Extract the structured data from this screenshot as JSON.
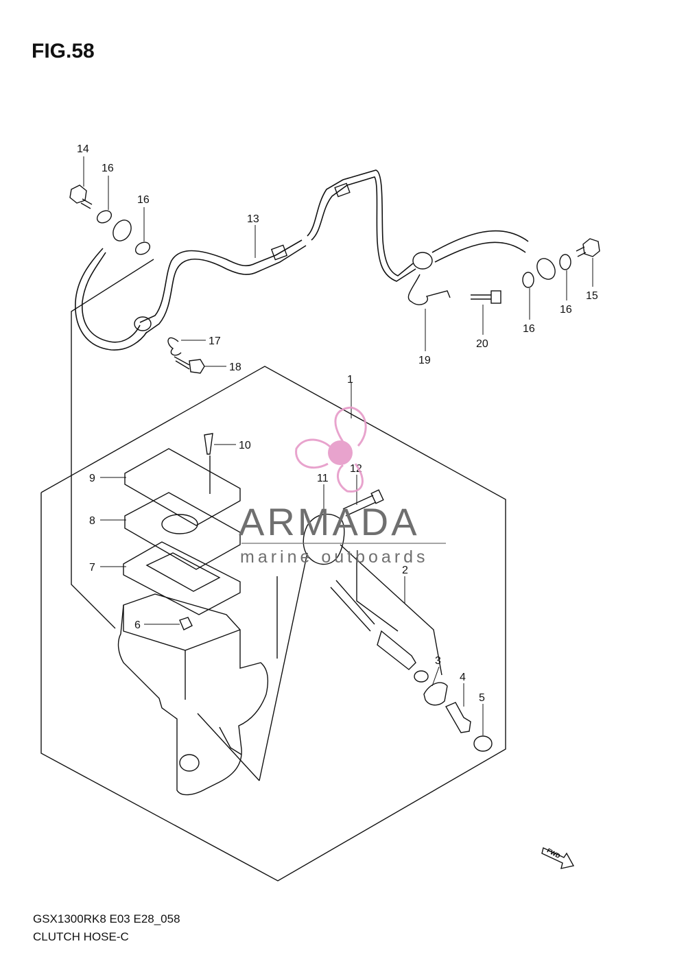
{
  "figure": {
    "title": "FIG.58",
    "model_code": "GSX1300RK8 E03 E28_058",
    "caption": "CLUTCH HOSE-C"
  },
  "watermark": {
    "brand": "ARMADA",
    "tagline": "marine outboards",
    "color": "#e69ac8"
  },
  "fwd_label": "FWD",
  "callouts": {
    "c1": "1",
    "c2": "2",
    "c3": "3",
    "c4": "4",
    "c5": "5",
    "c6": "6",
    "c7": "7",
    "c8": "8",
    "c9": "9",
    "c10": "10",
    "c11": "11",
    "c12": "12",
    "c13": "13",
    "c14": "14",
    "c15": "15",
    "c16a": "16",
    "c16b": "16",
    "c16c": "16",
    "c16d": "16",
    "c17": "17",
    "c18": "18",
    "c19": "19",
    "c20": "20"
  }
}
